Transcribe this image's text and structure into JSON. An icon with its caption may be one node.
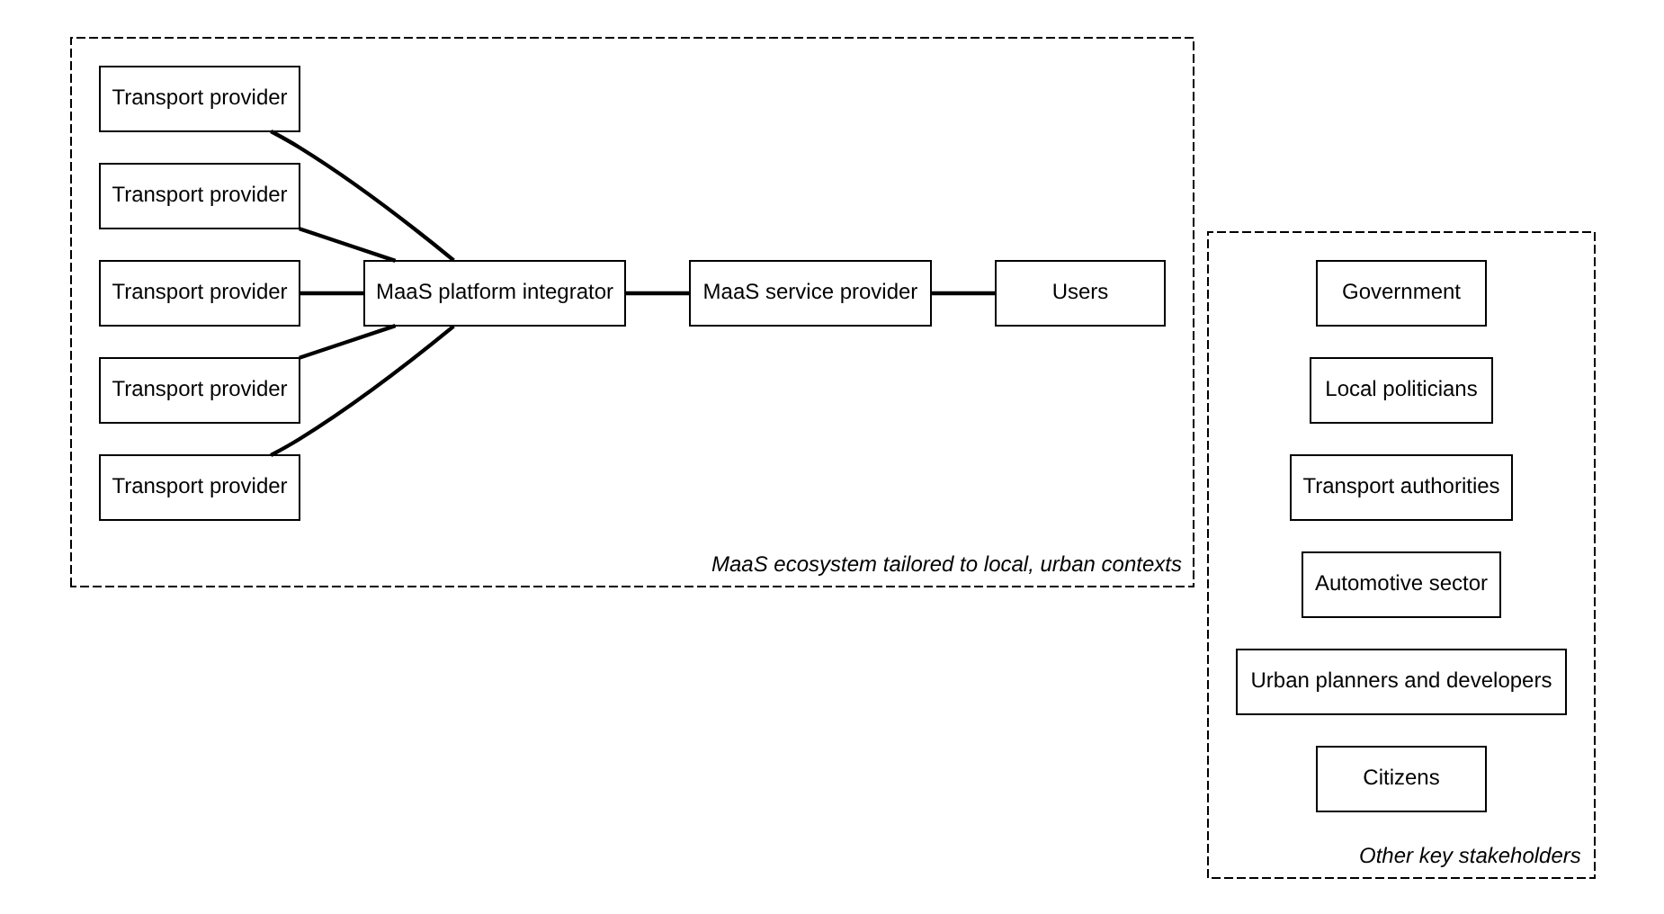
{
  "diagram": {
    "nodes": [
      {
        "text": [
          "MaaS ecosystem tailored to local, urban contexts"
        ]
      },
      {
        "text": [
          "Transport provider"
        ],
        "in": 0
      },
      {
        "text": [
          "Transport provider"
        ],
        "in": 0
      },
      {
        "text": [
          "Transport provider"
        ],
        "in": 0
      },
      {
        "text": [
          "Transport provider"
        ],
        "in": 0
      },
      {
        "text": [
          "Transport provider"
        ],
        "in": 0
      },
      {
        "text": [
          "MaaS platform integrator"
        ],
        "in": 0
      },
      {
        "text": [
          "MaaS service provider"
        ],
        "in": 0
      },
      {
        "text": [
          "Users"
        ],
        "in": 0
      },
      {
        "text": [
          "Other key stakeholders"
        ]
      },
      {
        "text": [
          "Government"
        ],
        "in": 9
      },
      {
        "text": [
          "Local politicians"
        ],
        "in": 9
      },
      {
        "text": [
          "Transport authorities"
        ],
        "in": 9
      },
      {
        "text": [
          "Automotive sector"
        ],
        "in": 9
      },
      {
        "text": [
          "Urban planners and developers"
        ],
        "in": 9
      },
      {
        "text": [
          "Citizens"
        ],
        "in": 9
      }
    ],
    "edges": [
      {
        "from": 1,
        "to": 6,
        "arrow": "none"
      },
      {
        "from": 2,
        "to": 6,
        "arrow": "none"
      },
      {
        "from": 3,
        "to": 6,
        "arrow": "none"
      },
      {
        "from": 4,
        "to": 6,
        "arrow": "none"
      },
      {
        "from": 5,
        "to": 6,
        "arrow": "none"
      },
      {
        "from": 6,
        "to": 7,
        "arrow": "none"
      },
      {
        "from": 7,
        "to": 8,
        "arrow": "none"
      }
    ]
  }
}
